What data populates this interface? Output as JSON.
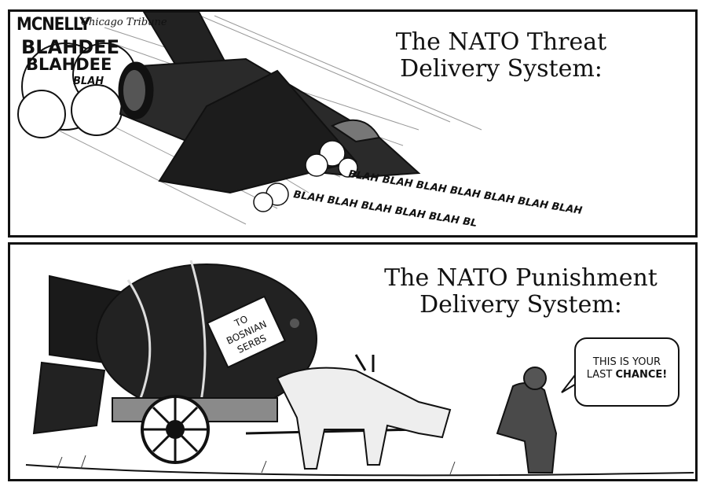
{
  "panel1": {
    "title_line1": "The NATO Threat",
    "title_line2": "Delivery System:",
    "signature": "MCNELLY",
    "newspaper": "Chicago Tribune",
    "exhaust_text_1": "BLAHDEE",
    "exhaust_text_2": "BLAHDEE",
    "exhaust_text_3": "BLAH",
    "trail_row_1": "BLAH BLAH BLAH BLAH BLAH  BLAH BLAH",
    "trail_row_2": "BLAH BLAH BLAH BLAH BLAH BL"
  },
  "panel2": {
    "title_line1": "The NATO Punishment",
    "title_line2": "Delivery System:",
    "bomb_label_1": "TO",
    "bomb_label_2": "BOSNIAN",
    "bomb_label_3": "SERBS",
    "speech_line1": "THIS IS YOUR",
    "speech_line2_a": "LAST ",
    "speech_line2_b": "CHANCE!"
  }
}
